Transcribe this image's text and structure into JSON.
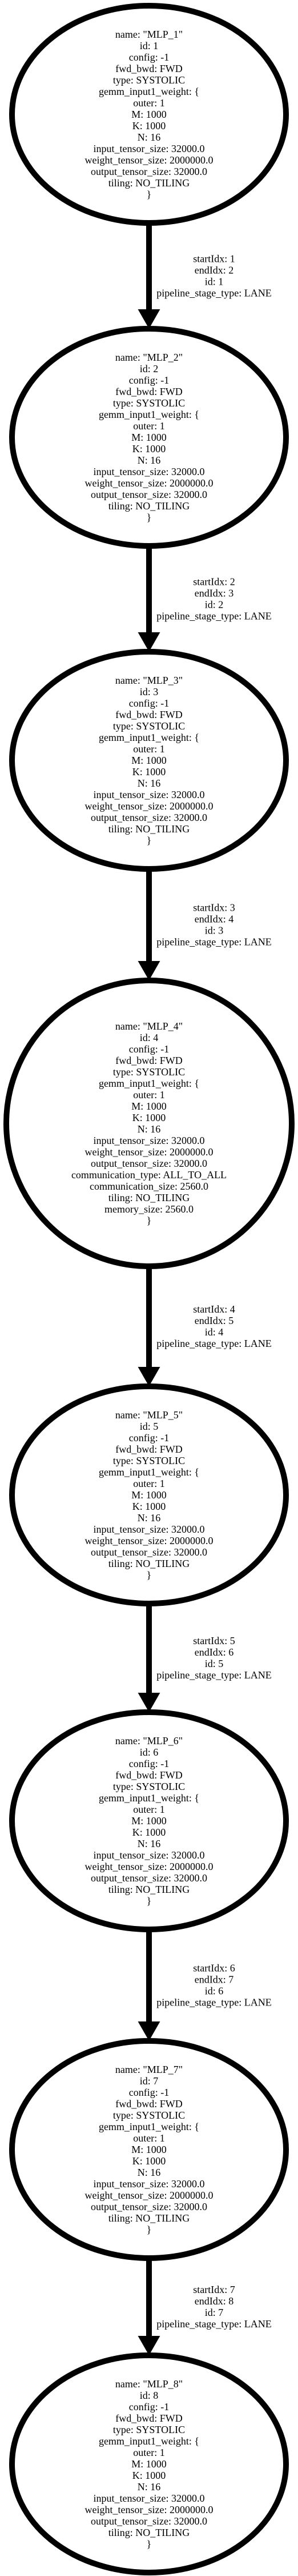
{
  "diagram": {
    "colors": {
      "stroke": "#000000",
      "background": "#ffffff"
    },
    "nodes": [
      {
        "name_line": "name: \"MLP_1\"",
        "lines": [
          "id: 1",
          "config: -1",
          "fwd_bwd: FWD",
          "type: SYSTOLIC",
          "gemm_input1_weight: {",
          "outer: 1",
          "M: 1000",
          "K: 1000",
          "N: 16",
          "input_tensor_size: 32000.0",
          "weight_tensor_size: 2000000.0",
          "output_tensor_size: 32000.0",
          "tiling: NO_TILING",
          "}"
        ]
      },
      {
        "name_line": "name: \"MLP_2\"",
        "lines": [
          "id: 2",
          "config: -1",
          "fwd_bwd: FWD",
          "type: SYSTOLIC",
          "gemm_input1_weight: {",
          "outer: 1",
          "M: 1000",
          "K: 1000",
          "N: 16",
          "input_tensor_size: 32000.0",
          "weight_tensor_size: 2000000.0",
          "output_tensor_size: 32000.0",
          "tiling: NO_TILING",
          "}"
        ]
      },
      {
        "name_line": "name: \"MLP_3\"",
        "lines": [
          "id: 3",
          "config: -1",
          "fwd_bwd: FWD",
          "type: SYSTOLIC",
          "gemm_input1_weight: {",
          "outer: 1",
          "M: 1000",
          "K: 1000",
          "N: 16",
          "input_tensor_size: 32000.0",
          "weight_tensor_size: 2000000.0",
          "output_tensor_size: 32000.0",
          "tiling: NO_TILING",
          "}"
        ]
      },
      {
        "name_line": "name: \"MLP_4\"",
        "lines": [
          "id: 4",
          "config: -1",
          "fwd_bwd: FWD",
          "type: SYSTOLIC",
          "gemm_input1_weight: {",
          "outer: 1",
          "M: 1000",
          "K: 1000",
          "N: 16",
          "input_tensor_size: 32000.0",
          "weight_tensor_size: 2000000.0",
          "output_tensor_size: 32000.0",
          "communication_type: ALL_TO_ALL",
          "communication_size: 2560.0",
          "tiling: NO_TILING",
          "memory_size: 2560.0",
          "}"
        ]
      },
      {
        "name_line": "name: \"MLP_5\"",
        "lines": [
          "id: 5",
          "config: -1",
          "fwd_bwd: FWD",
          "type: SYSTOLIC",
          "gemm_input1_weight: {",
          "outer: 1",
          "M: 1000",
          "K: 1000",
          "N: 16",
          "input_tensor_size: 32000.0",
          "weight_tensor_size: 2000000.0",
          "output_tensor_size: 32000.0",
          "tiling: NO_TILING",
          "}"
        ]
      },
      {
        "name_line": "name: \"MLP_6\"",
        "lines": [
          "id: 6",
          "config: -1",
          "fwd_bwd: FWD",
          "type: SYSTOLIC",
          "gemm_input1_weight: {",
          "outer: 1",
          "M: 1000",
          "K: 1000",
          "N: 16",
          "input_tensor_size: 32000.0",
          "weight_tensor_size: 2000000.0",
          "output_tensor_size: 32000.0",
          "tiling: NO_TILING",
          "}"
        ]
      },
      {
        "name_line": "name: \"MLP_7\"",
        "lines": [
          "id: 7",
          "config: -1",
          "fwd_bwd: FWD",
          "type: SYSTOLIC",
          "gemm_input1_weight: {",
          "outer: 1",
          "M: 1000",
          "K: 1000",
          "N: 16",
          "input_tensor_size: 32000.0",
          "weight_tensor_size: 2000000.0",
          "output_tensor_size: 32000.0",
          "tiling: NO_TILING",
          "}"
        ]
      },
      {
        "name_line": "name: \"MLP_8\"",
        "lines": [
          "id: 8",
          "config: -1",
          "fwd_bwd: FWD",
          "type: SYSTOLIC",
          "gemm_input1_weight: {",
          "outer: 1",
          "M: 1000",
          "K: 1000",
          "N: 16",
          "input_tensor_size: 32000.0",
          "weight_tensor_size: 2000000.0",
          "output_tensor_size: 32000.0",
          "tiling: NO_TILING",
          "}"
        ]
      }
    ],
    "edges": [
      {
        "lines": [
          "startIdx: 1",
          "endIdx: 2",
          "id: 1",
          "pipeline_stage_type: LANE"
        ]
      },
      {
        "lines": [
          "startIdx: 2",
          "endIdx: 3",
          "id: 2",
          "pipeline_stage_type: LANE"
        ]
      },
      {
        "lines": [
          "startIdx: 3",
          "endIdx: 4",
          "id: 3",
          "pipeline_stage_type: LANE"
        ]
      },
      {
        "lines": [
          "startIdx: 4",
          "endIdx: 5",
          "id: 4",
          "pipeline_stage_type: LANE"
        ]
      },
      {
        "lines": [
          "startIdx: 5",
          "endIdx: 6",
          "id: 5",
          "pipeline_stage_type: LANE"
        ]
      },
      {
        "lines": [
          "startIdx: 6",
          "endIdx: 7",
          "id: 6",
          "pipeline_stage_type: LANE"
        ]
      },
      {
        "lines": [
          "startIdx: 7",
          "endIdx: 8",
          "id: 7",
          "pipeline_stage_type: LANE"
        ]
      }
    ]
  }
}
